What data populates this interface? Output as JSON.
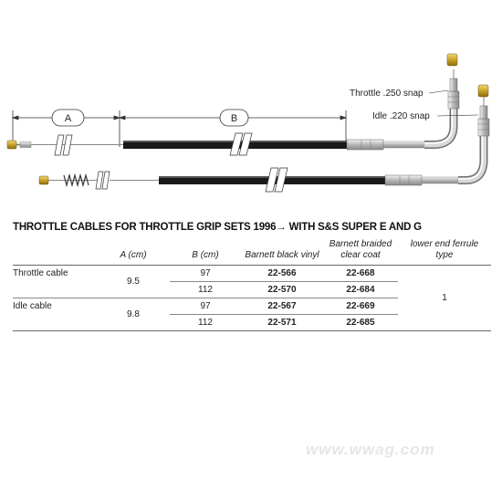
{
  "diagram": {
    "dimension_a": "A",
    "dimension_b": "B",
    "throttle_label": "Throttle .250 snap",
    "idle_label": "Idle .220 snap"
  },
  "title": "THROTTLE CABLES FOR THROTTLE GRIP SETS 1996→ WITH S&S SUPER E AND G",
  "table": {
    "headers": {
      "a": "A (cm)",
      "b": "B (cm)",
      "black": "Barnett black vinyl",
      "braided_line1": "Barnett braided",
      "braided_line2": "clear coat",
      "ferrule_line1": "lower end ferrule",
      "ferrule_line2": "type"
    },
    "rows": [
      {
        "name": "Throttle cable",
        "a": "9.5",
        "b": "97",
        "black": "22-566",
        "braided": "22-668"
      },
      {
        "name": "",
        "a": "",
        "b": "112",
        "black": "22-570",
        "braided": "22-684"
      },
      {
        "name": "Idle cable",
        "a": "9.8",
        "b": "97",
        "black": "22-567",
        "braided": "22-669"
      },
      {
        "name": "",
        "a": "",
        "b": "112",
        "black": "22-571",
        "braided": "22-685"
      }
    ],
    "ferrule_type": "1"
  },
  "watermark": "www.wwag.com",
  "colors": {
    "cable_black": "#1a1a1a",
    "chrome": "#c8c8c8",
    "brass": "#c9a227",
    "text": "#222222"
  }
}
